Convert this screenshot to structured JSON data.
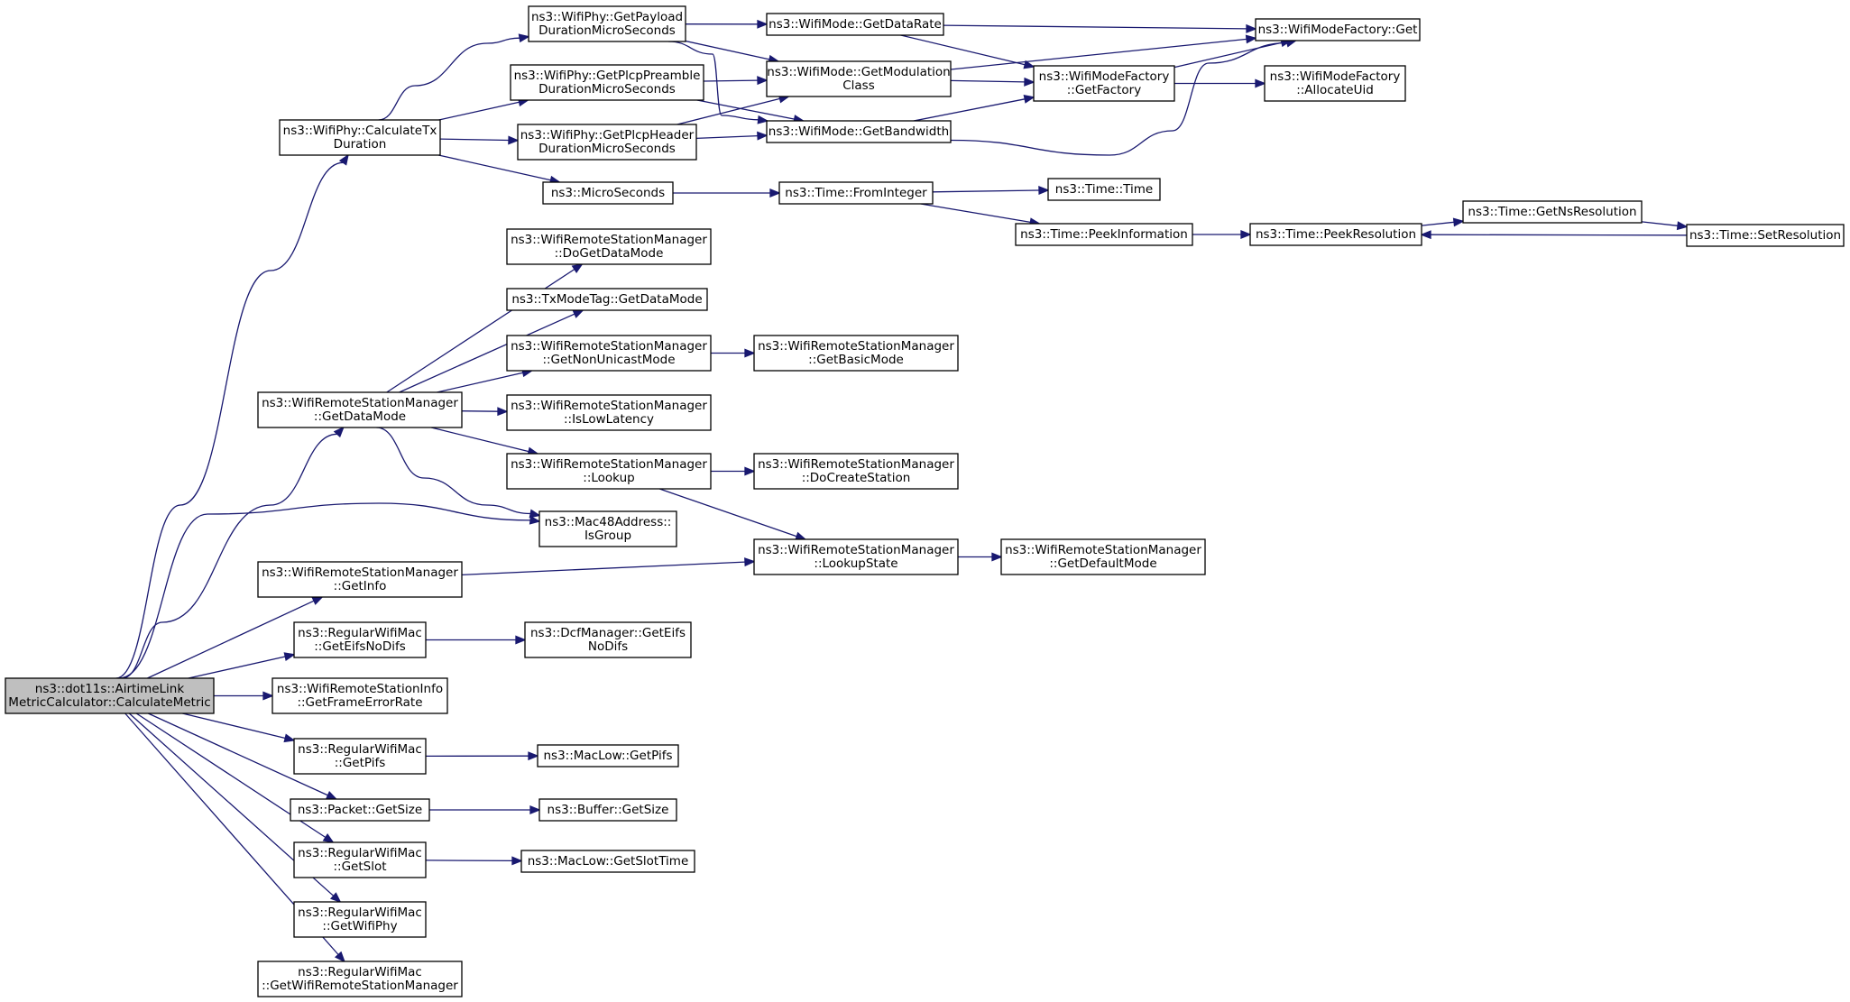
{
  "nodes": [
    {
      "id": "root",
      "lines": [
        "ns3::dot11s::AirtimeLink",
        "MetricCalculator::CalculateMetric"
      ],
      "root": true
    },
    {
      "id": "calcTx",
      "lines": [
        "ns3::WifiPhy::CalculateTx",
        "Duration"
      ]
    },
    {
      "id": "getDataMode",
      "lines": [
        "ns3::WifiRemoteStationManager",
        "::GetDataMode"
      ]
    },
    {
      "id": "isGroup",
      "lines": [
        "ns3::Mac48Address::",
        "IsGroup"
      ]
    },
    {
      "id": "getInfo",
      "lines": [
        "ns3::WifiRemoteStationManager",
        "::GetInfo"
      ]
    },
    {
      "id": "getEifsNoDifs",
      "lines": [
        "ns3::RegularWifiMac",
        "::GetEifsNoDifs"
      ]
    },
    {
      "id": "getFrameErrorRate",
      "lines": [
        "ns3::WifiRemoteStationInfo",
        "::GetFrameErrorRate"
      ]
    },
    {
      "id": "getPifs",
      "lines": [
        "ns3::RegularWifiMac",
        "::GetPifs"
      ]
    },
    {
      "id": "packetGetSize",
      "lines": [
        "ns3::Packet::GetSize"
      ]
    },
    {
      "id": "getSlot",
      "lines": [
        "ns3::RegularWifiMac",
        "::GetSlot"
      ]
    },
    {
      "id": "getWifiPhy",
      "lines": [
        "ns3::RegularWifiMac",
        "::GetWifiPhy"
      ]
    },
    {
      "id": "getWifiRSM",
      "lines": [
        "ns3::RegularWifiMac",
        "::GetWifiRemoteStationManager"
      ]
    },
    {
      "id": "payload",
      "lines": [
        "ns3::WifiPhy::GetPayload",
        "DurationMicroSeconds"
      ]
    },
    {
      "id": "preamble",
      "lines": [
        "ns3::WifiPhy::GetPlcpPreamble",
        "DurationMicroSeconds"
      ]
    },
    {
      "id": "header",
      "lines": [
        "ns3::WifiPhy::GetPlcpHeader",
        "DurationMicroSeconds"
      ]
    },
    {
      "id": "microSeconds",
      "lines": [
        "ns3::MicroSeconds"
      ]
    },
    {
      "id": "getDataRate",
      "lines": [
        "ns3::WifiMode::GetDataRate"
      ]
    },
    {
      "id": "getModClass",
      "lines": [
        "ns3::WifiMode::GetModulation",
        "Class"
      ]
    },
    {
      "id": "getBandwidth",
      "lines": [
        "ns3::WifiMode::GetBandwidth"
      ]
    },
    {
      "id": "fromInteger",
      "lines": [
        "ns3::Time::FromInteger"
      ]
    },
    {
      "id": "factoryGet",
      "lines": [
        "ns3::WifiModeFactory::Get"
      ]
    },
    {
      "id": "getFactory",
      "lines": [
        "ns3::WifiModeFactory",
        "::GetFactory"
      ]
    },
    {
      "id": "allocateUid",
      "lines": [
        "ns3::WifiModeFactory",
        "::AllocateUid"
      ]
    },
    {
      "id": "timeTime",
      "lines": [
        "ns3::Time::Time"
      ]
    },
    {
      "id": "peekInfo",
      "lines": [
        "ns3::Time::PeekInformation"
      ]
    },
    {
      "id": "peekRes",
      "lines": [
        "ns3::Time::PeekResolution"
      ]
    },
    {
      "id": "getNsRes",
      "lines": [
        "ns3::Time::GetNsResolution"
      ]
    },
    {
      "id": "setRes",
      "lines": [
        "ns3::Time::SetResolution"
      ]
    },
    {
      "id": "doGetDataMode",
      "lines": [
        "ns3::WifiRemoteStationManager",
        "::DoGetDataMode"
      ]
    },
    {
      "id": "txModeTag",
      "lines": [
        "ns3::TxModeTag::GetDataMode"
      ]
    },
    {
      "id": "getNonUnicast",
      "lines": [
        "ns3::WifiRemoteStationManager",
        "::GetNonUnicastMode"
      ]
    },
    {
      "id": "isLowLatency",
      "lines": [
        "ns3::WifiRemoteStationManager",
        "::IsLowLatency"
      ]
    },
    {
      "id": "lookup",
      "lines": [
        "ns3::WifiRemoteStationManager",
        "::Lookup"
      ]
    },
    {
      "id": "getBasicMode",
      "lines": [
        "ns3::WifiRemoteStationManager",
        "::GetBasicMode"
      ]
    },
    {
      "id": "doCreateStation",
      "lines": [
        "ns3::WifiRemoteStationManager",
        "::DoCreateStation"
      ]
    },
    {
      "id": "lookupState",
      "lines": [
        "ns3::WifiRemoteStationManager",
        "::LookupState"
      ]
    },
    {
      "id": "getDefaultMode",
      "lines": [
        "ns3::WifiRemoteStationManager",
        "::GetDefaultMode"
      ]
    },
    {
      "id": "getEifs",
      "lines": [
        "ns3::DcfManager::GetEifs",
        "NoDifs"
      ]
    },
    {
      "id": "macLowPifs",
      "lines": [
        "ns3::MacLow::GetPifs"
      ]
    },
    {
      "id": "bufferGetSize",
      "lines": [
        "ns3::Buffer::GetSize"
      ]
    },
    {
      "id": "macLowSlot",
      "lines": [
        "ns3::MacLow::GetSlotTime"
      ]
    }
  ],
  "edges": [
    [
      "root",
      "calcTx"
    ],
    [
      "root",
      "getDataMode"
    ],
    [
      "root",
      "isGroup"
    ],
    [
      "root",
      "getInfo"
    ],
    [
      "root",
      "getEifsNoDifs"
    ],
    [
      "root",
      "getFrameErrorRate"
    ],
    [
      "root",
      "getPifs"
    ],
    [
      "root",
      "packetGetSize"
    ],
    [
      "root",
      "getSlot"
    ],
    [
      "root",
      "getWifiPhy"
    ],
    [
      "root",
      "getWifiRSM"
    ],
    [
      "calcTx",
      "payload"
    ],
    [
      "calcTx",
      "preamble"
    ],
    [
      "calcTx",
      "header"
    ],
    [
      "calcTx",
      "microSeconds"
    ],
    [
      "payload",
      "getDataRate"
    ],
    [
      "payload",
      "getModClass"
    ],
    [
      "payload",
      "getBandwidth"
    ],
    [
      "preamble",
      "getModClass"
    ],
    [
      "preamble",
      "getBandwidth"
    ],
    [
      "header",
      "getModClass"
    ],
    [
      "header",
      "getBandwidth"
    ],
    [
      "getDataRate",
      "factoryGet"
    ],
    [
      "getDataRate",
      "getFactory"
    ],
    [
      "getModClass",
      "factoryGet"
    ],
    [
      "getModClass",
      "getFactory"
    ],
    [
      "getBandwidth",
      "factoryGet"
    ],
    [
      "getBandwidth",
      "getFactory"
    ],
    [
      "getFactory",
      "factoryGet"
    ],
    [
      "getFactory",
      "allocateUid"
    ],
    [
      "microSeconds",
      "fromInteger"
    ],
    [
      "fromInteger",
      "timeTime"
    ],
    [
      "fromInteger",
      "peekInfo"
    ],
    [
      "peekInfo",
      "peekRes"
    ],
    [
      "peekRes",
      "getNsRes"
    ],
    [
      "getNsRes",
      "setRes"
    ],
    [
      "setRes",
      "peekRes"
    ],
    [
      "getDataMode",
      "doGetDataMode"
    ],
    [
      "getDataMode",
      "txModeTag"
    ],
    [
      "getDataMode",
      "getNonUnicast"
    ],
    [
      "getDataMode",
      "isLowLatency"
    ],
    [
      "getDataMode",
      "lookup"
    ],
    [
      "getDataMode",
      "isGroup"
    ],
    [
      "getNonUnicast",
      "getBasicMode"
    ],
    [
      "lookup",
      "doCreateStation"
    ],
    [
      "lookup",
      "lookupState"
    ],
    [
      "getInfo",
      "lookupState"
    ],
    [
      "lookupState",
      "getDefaultMode"
    ],
    [
      "getEifsNoDifs",
      "getEifs"
    ],
    [
      "getPifs",
      "macLowPifs"
    ],
    [
      "packetGetSize",
      "bufferGetSize"
    ],
    [
      "getSlot",
      "macLowSlot"
    ]
  ]
}
